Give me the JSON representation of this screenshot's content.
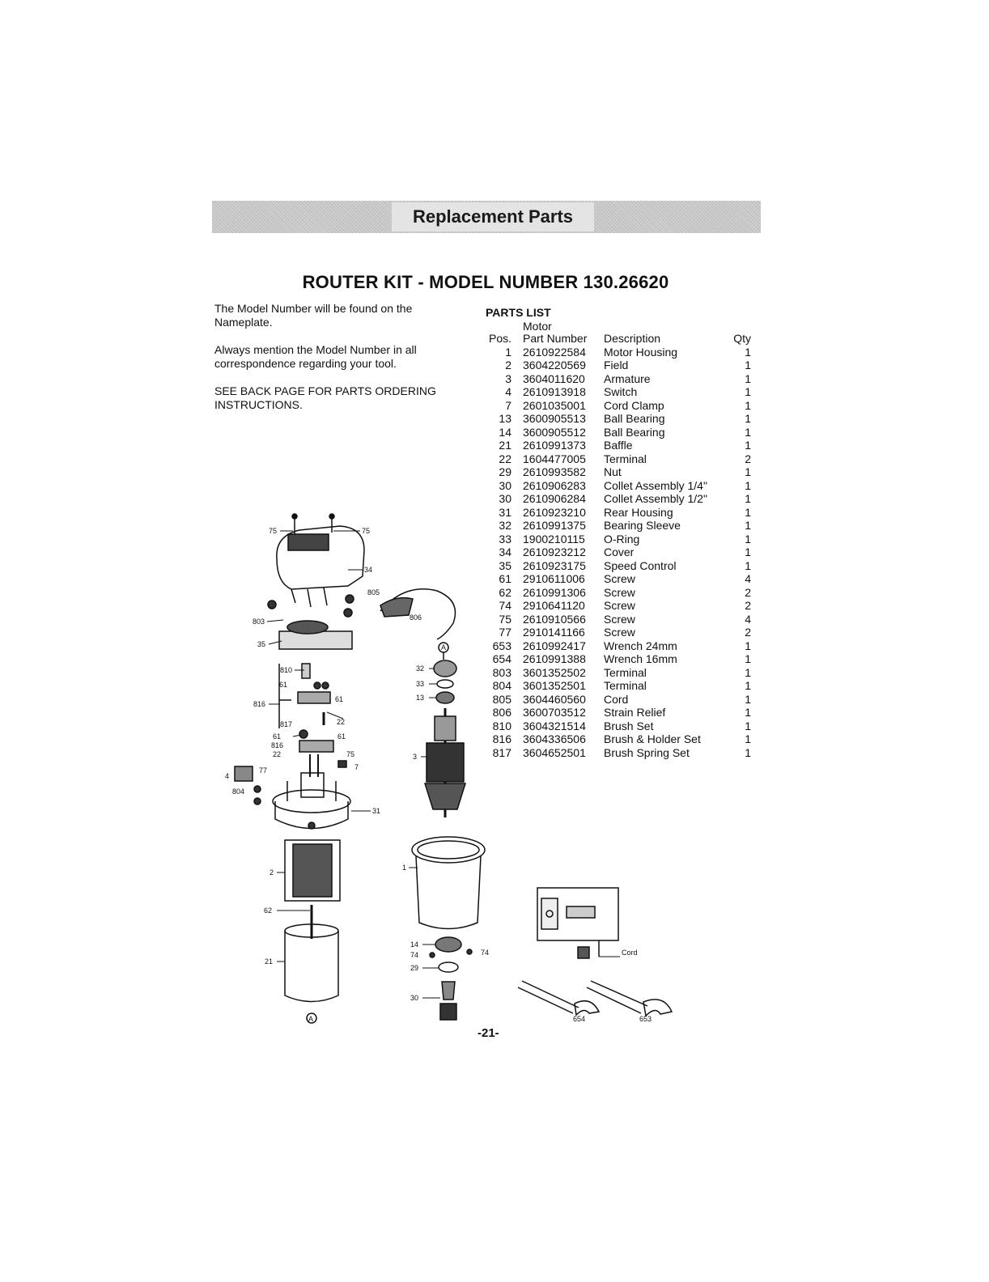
{
  "banner": {
    "label": "Replacement Parts"
  },
  "title": "ROUTER KIT - MODEL NUMBER 130.26620",
  "intro": [
    "The Model Number will be found on the Nameplate.",
    "Always mention the Model Number in all correspondence regarding your tool.",
    "SEE BACK PAGE FOR PARTS ORDERING INSTRUCTIONS."
  ],
  "parts_list": {
    "heading": "PARTS LIST",
    "subheading": "Motor",
    "columns": [
      "Pos.",
      "Part Number",
      "Description",
      "Qty"
    ],
    "rows": [
      [
        "1",
        "2610922584",
        "Motor Housing",
        "1"
      ],
      [
        "2",
        "3604220569",
        "Field",
        "1"
      ],
      [
        "3",
        "3604011620",
        "Armature",
        "1"
      ],
      [
        "4",
        "2610913918",
        "Switch",
        "1"
      ],
      [
        "7",
        "2601035001",
        "Cord Clamp",
        "1"
      ],
      [
        "13",
        "3600905513",
        "Ball Bearing",
        "1"
      ],
      [
        "14",
        "3600905512",
        "Ball Bearing",
        "1"
      ],
      [
        "21",
        "2610991373",
        "Baffle",
        "1"
      ],
      [
        "22",
        "1604477005",
        "Terminal",
        "2"
      ],
      [
        "29",
        "2610993582",
        "Nut",
        "1"
      ],
      [
        "30",
        "2610906283",
        "Collet Assembly 1/4\"",
        "1"
      ],
      [
        "30",
        "2610906284",
        "Collet Assembly 1/2\"",
        "1"
      ],
      [
        "31",
        "2610923210",
        "Rear Housing",
        "1"
      ],
      [
        "32",
        "2610991375",
        "Bearing Sleeve",
        "1"
      ],
      [
        "33",
        "1900210115",
        "O-Ring",
        "1"
      ],
      [
        "34",
        "2610923212",
        "Cover",
        "1"
      ],
      [
        "35",
        "2610923175",
        "Speed Control",
        "1"
      ],
      [
        "61",
        "2910611006",
        "Screw",
        "4"
      ],
      [
        "62",
        "2610991306",
        "Screw",
        "2"
      ],
      [
        "74",
        "2910641120",
        "Screw",
        "2"
      ],
      [
        "75",
        "2610910566",
        "Screw",
        "4"
      ],
      [
        "77",
        "2910141166",
        "Screw",
        "2"
      ],
      [
        "653",
        "2610992417",
        "Wrench 24mm",
        "1"
      ],
      [
        "654",
        "2610991388",
        "Wrench 16mm",
        "1"
      ],
      [
        "803",
        "3601352502",
        "Terminal",
        "1"
      ],
      [
        "804",
        "3601352501",
        "Terminal",
        "1"
      ],
      [
        "805",
        "3604460560",
        "Cord",
        "1"
      ],
      [
        "806",
        "3600703512",
        "Strain Relief",
        "1"
      ],
      [
        "810",
        "3604321514",
        "Brush Set",
        "1"
      ],
      [
        "816",
        "3604336506",
        "Brush & Holder Set",
        "1"
      ],
      [
        "817",
        "3604652501",
        "Brush Spring Set",
        "1"
      ]
    ]
  },
  "diagram": {
    "callouts": {
      "c75a": "75",
      "c75b": "75",
      "c34": "34",
      "c805": "805",
      "c806": "806",
      "c803": "803",
      "c35": "35",
      "c810": "810",
      "c61a": "61",
      "c61b": "61",
      "c816a": "816",
      "c817": "817",
      "c22a": "22",
      "c61c": "61",
      "c816b": "816",
      "c22b": "22",
      "c75c": "75",
      "c77": "77",
      "c7": "7",
      "c4": "4",
      "c804": "804",
      "c31": "31",
      "c2": "2",
      "c62": "62",
      "c21": "21",
      "c32": "32",
      "c33": "33",
      "c13": "13",
      "c3": "3",
      "c1": "1",
      "c14": "14",
      "c74a": "74",
      "c74b": "74",
      "c29": "29",
      "c30": "30",
      "cA1": "A",
      "cA2": "A",
      "cord": "Cord",
      "c654": "654",
      "c653": "653"
    }
  },
  "page_number": "-21-"
}
